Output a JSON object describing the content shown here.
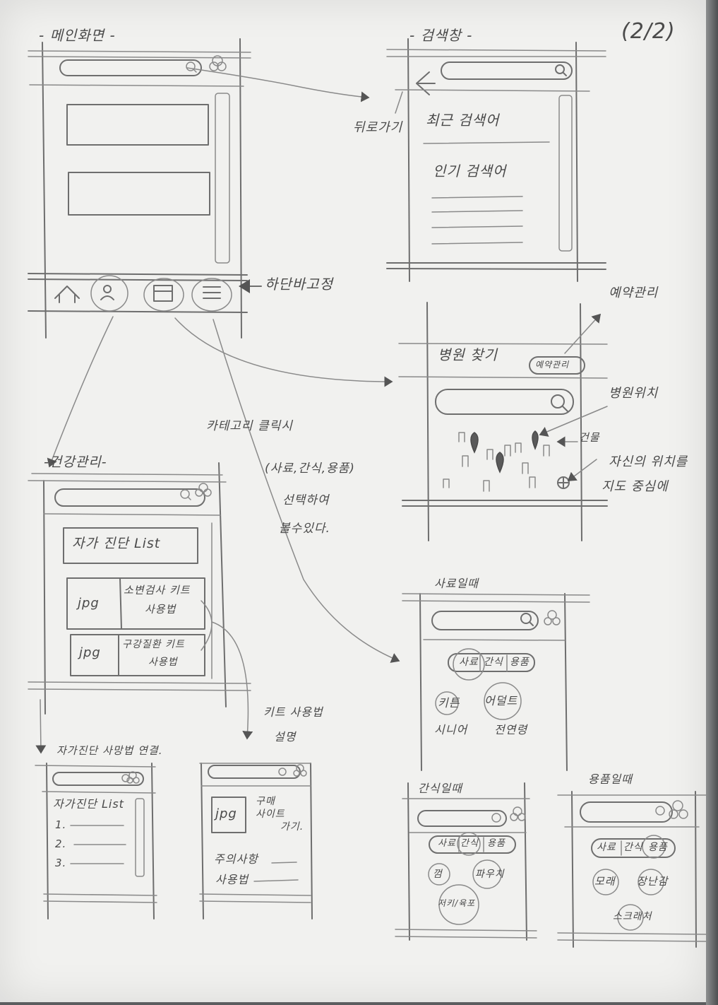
{
  "page_number": "(2/2)",
  "main": {
    "title": "- 메인화면 -",
    "bottom_label": "하단바고정",
    "nav_icons": [
      "home-icon",
      "person-icon",
      "calendar-icon",
      "menu-icon"
    ]
  },
  "search": {
    "title": "- 검색창 -",
    "back_label": "뒤로가기",
    "recent": "최근 검색어",
    "popular": "인기 검색어"
  },
  "hospital": {
    "title": "병원 찾기",
    "badge": "예약관리",
    "note_reservation": "예약관리",
    "note_location": "병원위치",
    "note_building": "건물",
    "note_self_1": "자신의 위치를",
    "note_self_2": "지도 중심에"
  },
  "category_note": {
    "line1": "카테고리 클릭시",
    "line2": "(사료,간식,용품)",
    "line3": "선택하여",
    "line4": "볼수있다."
  },
  "health": {
    "title": "-건강관리-",
    "list_button": "자가 진단 List",
    "items": [
      {
        "thumb": "jpg",
        "text1": "소변검사 키트",
        "text2": "사용법"
      },
      {
        "thumb": "jpg",
        "text1": "구강질환 키트",
        "text2": "사용법"
      }
    ]
  },
  "selfcheck": {
    "caption": "자가진단 사망법 연결.",
    "list_title": "자가진단 List",
    "numbers": [
      "1.",
      "2.",
      "3."
    ]
  },
  "kit": {
    "caption_1": "키트 사용법",
    "caption_2": "설명",
    "thumb": "jpg",
    "buy_1": "구매",
    "buy_2": "사이트",
    "buy_3": "가기.",
    "caution": "주의사항",
    "usage": "사용법"
  },
  "feed": {
    "caption": "사료일때",
    "tabs": [
      "사료",
      "간식",
      "용품"
    ],
    "chips": [
      "키튼",
      "어덜트",
      "시니어",
      "전연령"
    ]
  },
  "snack": {
    "caption": "간식일때",
    "tabs": [
      "사료",
      "간식",
      "용품"
    ],
    "chips": [
      "껌",
      "파우치",
      "저키/육포"
    ]
  },
  "goods": {
    "caption": "용품일때",
    "tabs": [
      "사료",
      "간식",
      "용품"
    ],
    "chips": [
      "모래",
      "장난감",
      "스크래처"
    ]
  }
}
